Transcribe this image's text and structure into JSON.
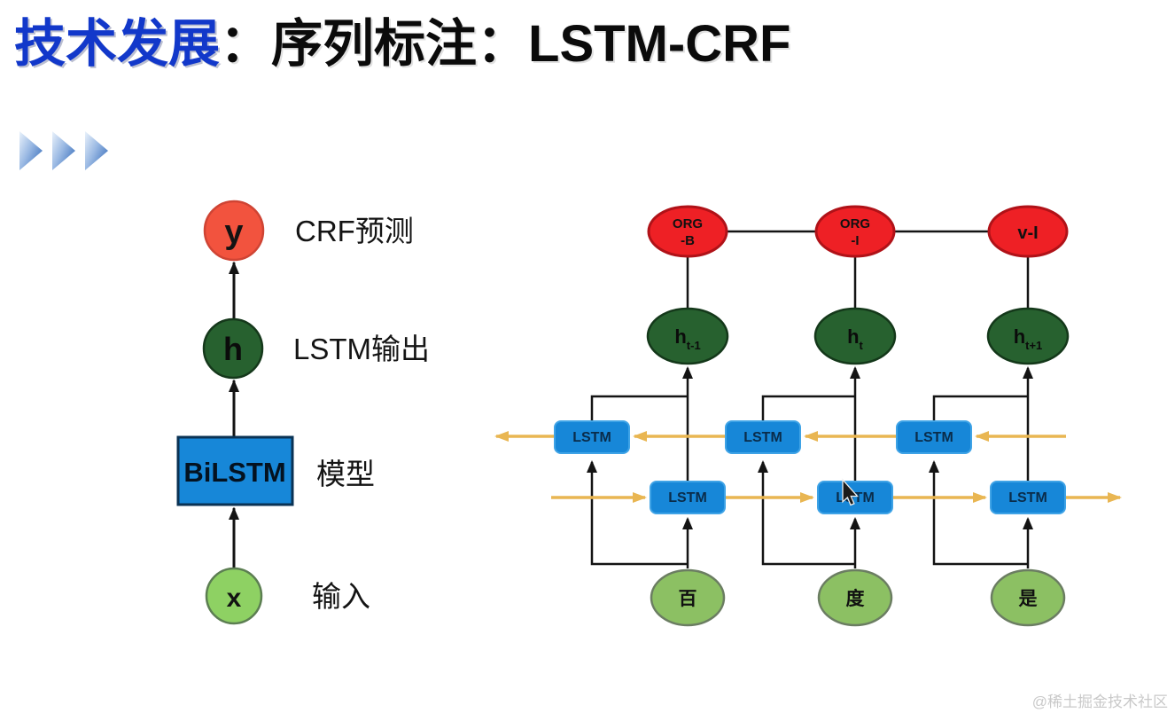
{
  "title": {
    "highlight": "技术发展",
    "rest": "：序列标注：LSTM-CRF"
  },
  "legend": {
    "nodes": [
      {
        "label": "y",
        "desc": "CRF预测"
      },
      {
        "label": "h",
        "desc": "LSTM输出"
      },
      {
        "label": "BiLSTM",
        "desc": "模型"
      },
      {
        "label": "x",
        "desc": "输入"
      }
    ]
  },
  "net": {
    "tags": [
      {
        "top": "ORG",
        "bottom": "-B"
      },
      {
        "top": "ORG",
        "bottom": "-I"
      },
      {
        "top": "v-I",
        "bottom": ""
      }
    ],
    "hidden": [
      {
        "base": "h",
        "sub": "t-1"
      },
      {
        "base": "h",
        "sub": "t"
      },
      {
        "base": "h",
        "sub": "t+1"
      }
    ],
    "lstm_label": "LSTM",
    "inputs": [
      "百",
      "度",
      "是"
    ]
  },
  "watermark": "@稀土掘金技术社区",
  "colors": {
    "title_blue": "#1238ca",
    "tag_red": "#ee2025",
    "pred_red_left": "#f2533e",
    "hidden_green": "#27612f",
    "lstm_blue": "#1787d8",
    "input_green": "#8cc063",
    "arrow_yellow": "#e9b652"
  }
}
